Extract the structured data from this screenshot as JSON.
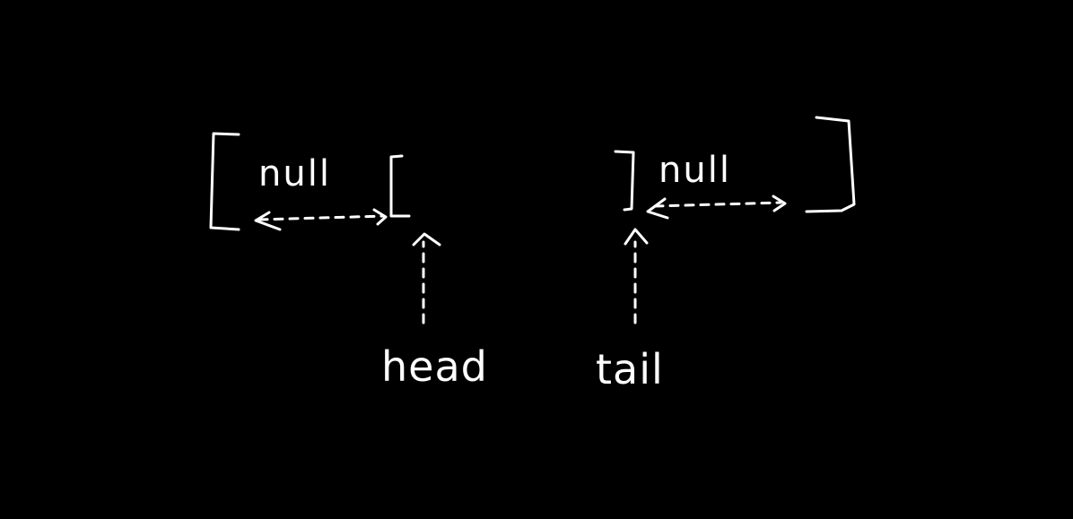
{
  "diagram": {
    "background": "#000000",
    "ink": "#ffffff",
    "nodes": [
      {
        "id": "left-node",
        "text": "null"
      },
      {
        "id": "right-node",
        "text": "null"
      }
    ],
    "pointers": [
      {
        "id": "head-pointer",
        "label": "head",
        "target": "left-node"
      },
      {
        "id": "tail-pointer",
        "label": "tail",
        "target": "right-node"
      }
    ],
    "links": [
      {
        "id": "left-link",
        "style": "dashed",
        "direction": "both"
      },
      {
        "id": "right-link",
        "style": "dashed",
        "direction": "both"
      }
    ]
  }
}
